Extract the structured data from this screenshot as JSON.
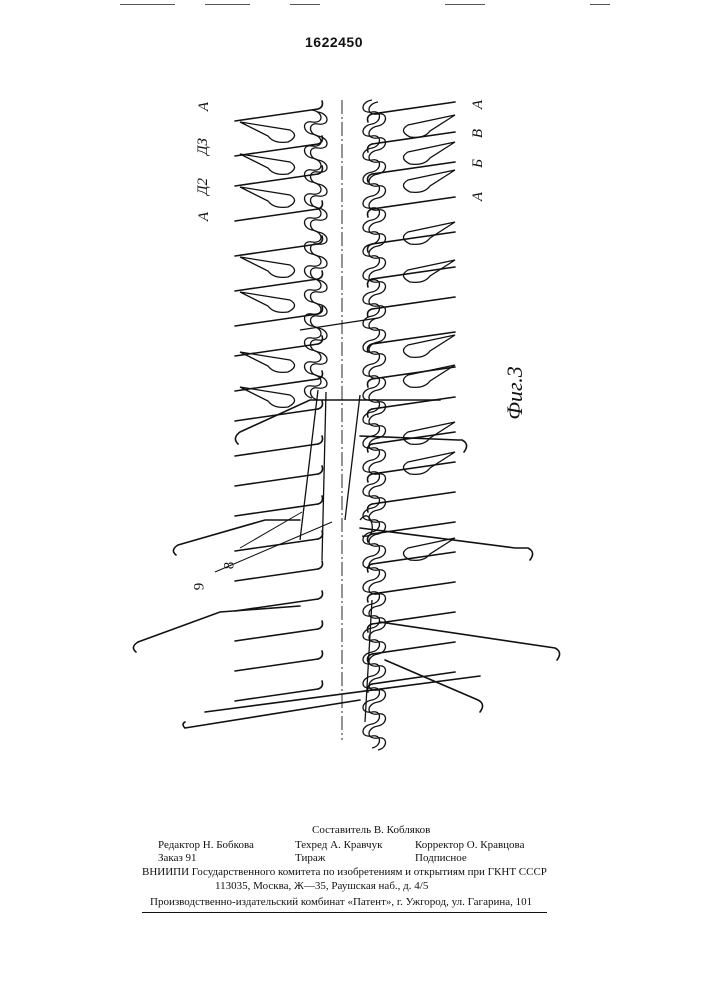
{
  "patent_number": "1622450",
  "figure_label": "Фиг.3",
  "left_labels": [
    "А",
    "ДЗ",
    "Д2",
    "А"
  ],
  "right_labels": [
    "А",
    "В",
    "Б",
    "А"
  ],
  "ref_numbers": [
    "9",
    "8"
  ],
  "footer": {
    "compiler": "Составитель В. Кобляков",
    "editor": "Редактор Н. Бобкова",
    "techred": "Техред А. Кравчук",
    "corrector": "Корректор О. Кравцова",
    "order": "Заказ 91",
    "circulation": "Тираж",
    "subscription": "Подписное",
    "institute": "ВНИИПИ Государственного комитета по изобретениям и открытиям при ГКНТ СССР",
    "address": "113035, Москва, Ж—35, Раушская наб., д. 4/5",
    "publisher": "Производственно-издательский комбинат «Патент», г. Ужгород, ул. Гагарина, 101"
  }
}
